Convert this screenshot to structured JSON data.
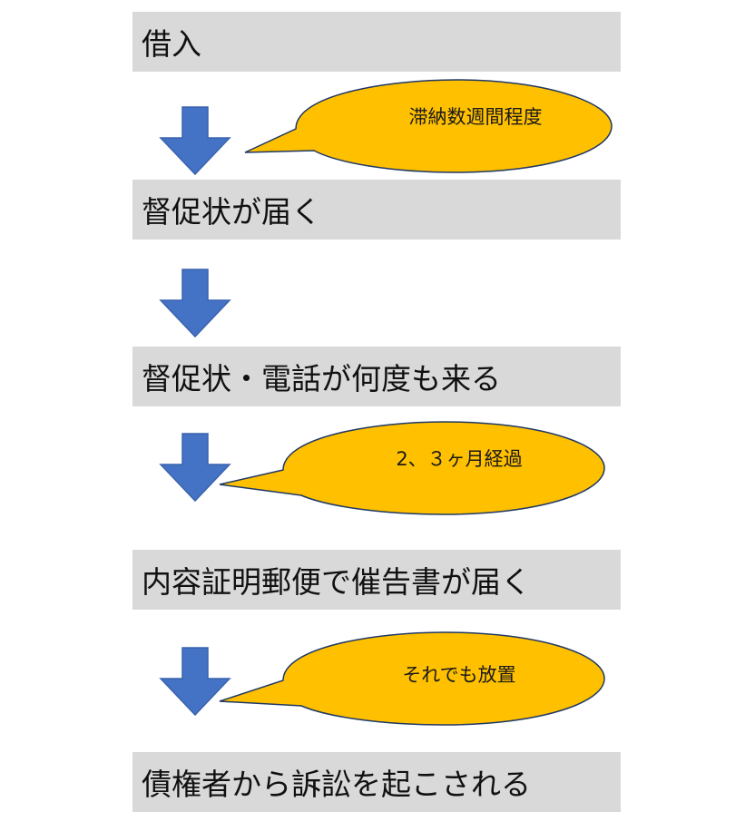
{
  "steps": [
    {
      "label": "借入"
    },
    {
      "label": "督促状が届く"
    },
    {
      "label": "督促状・電話が何度も来る"
    },
    {
      "label": "内容証明郵便で催告書が届く"
    },
    {
      "label": "債権者から訴訟を起こされる"
    }
  ],
  "callouts": [
    {
      "text": "滞納数週間程度"
    },
    {
      "text": "2、３ヶ月経過"
    },
    {
      "text": "それでも放置"
    }
  ],
  "colors": {
    "step_background": "#d9d9d9",
    "arrow_fill": "#4472c4",
    "callout_fill": "#ffc000",
    "callout_stroke": "#1f3864"
  }
}
